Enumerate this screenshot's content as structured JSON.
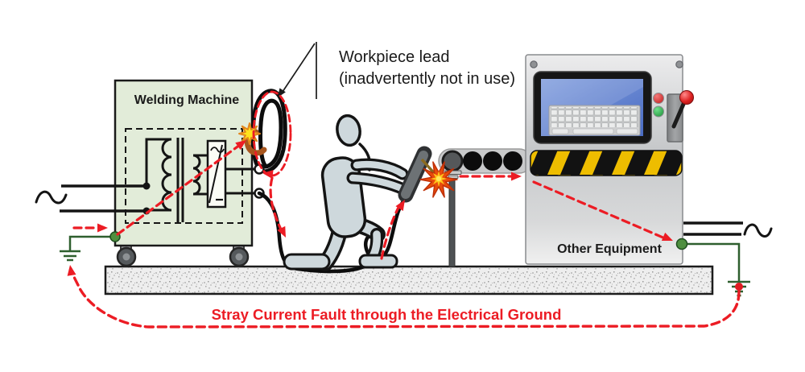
{
  "page": {
    "title": "Stray welding current hazard diagram"
  },
  "labels": {
    "welding_machine": "Welding Machine",
    "workpiece_lead_line1": "Workpiece lead",
    "workpiece_lead_line2": "(inadvertently not in use)",
    "other_equipment": "Other Equipment",
    "stray_current_caption": "Stray Current Fault through the Electrical Ground"
  },
  "colors": {
    "fault_red": "#ec1c24",
    "machine_green_fill": "#e2ecd9",
    "ground_wire_green": "#2e5f2e",
    "ground_dot_green": "#4e8f3f",
    "hazard_yellow": "#eebd00",
    "screen_blue": "#5f83cf",
    "equipment_gray": "#c9cbcd",
    "spark_yellow": "#ffe31c",
    "spark_orange": "#e84b0c",
    "clamp_brown": "#a8561e",
    "person_fill": "#ced8dc",
    "floor_gray": "#eeeeee"
  },
  "symbols": {
    "ac_source_icon": "sine-wave",
    "earth_ground_icon": "stacked-bars",
    "spark_icon": "star-burst",
    "stray_path_icon": "red-dashed-arrow"
  }
}
